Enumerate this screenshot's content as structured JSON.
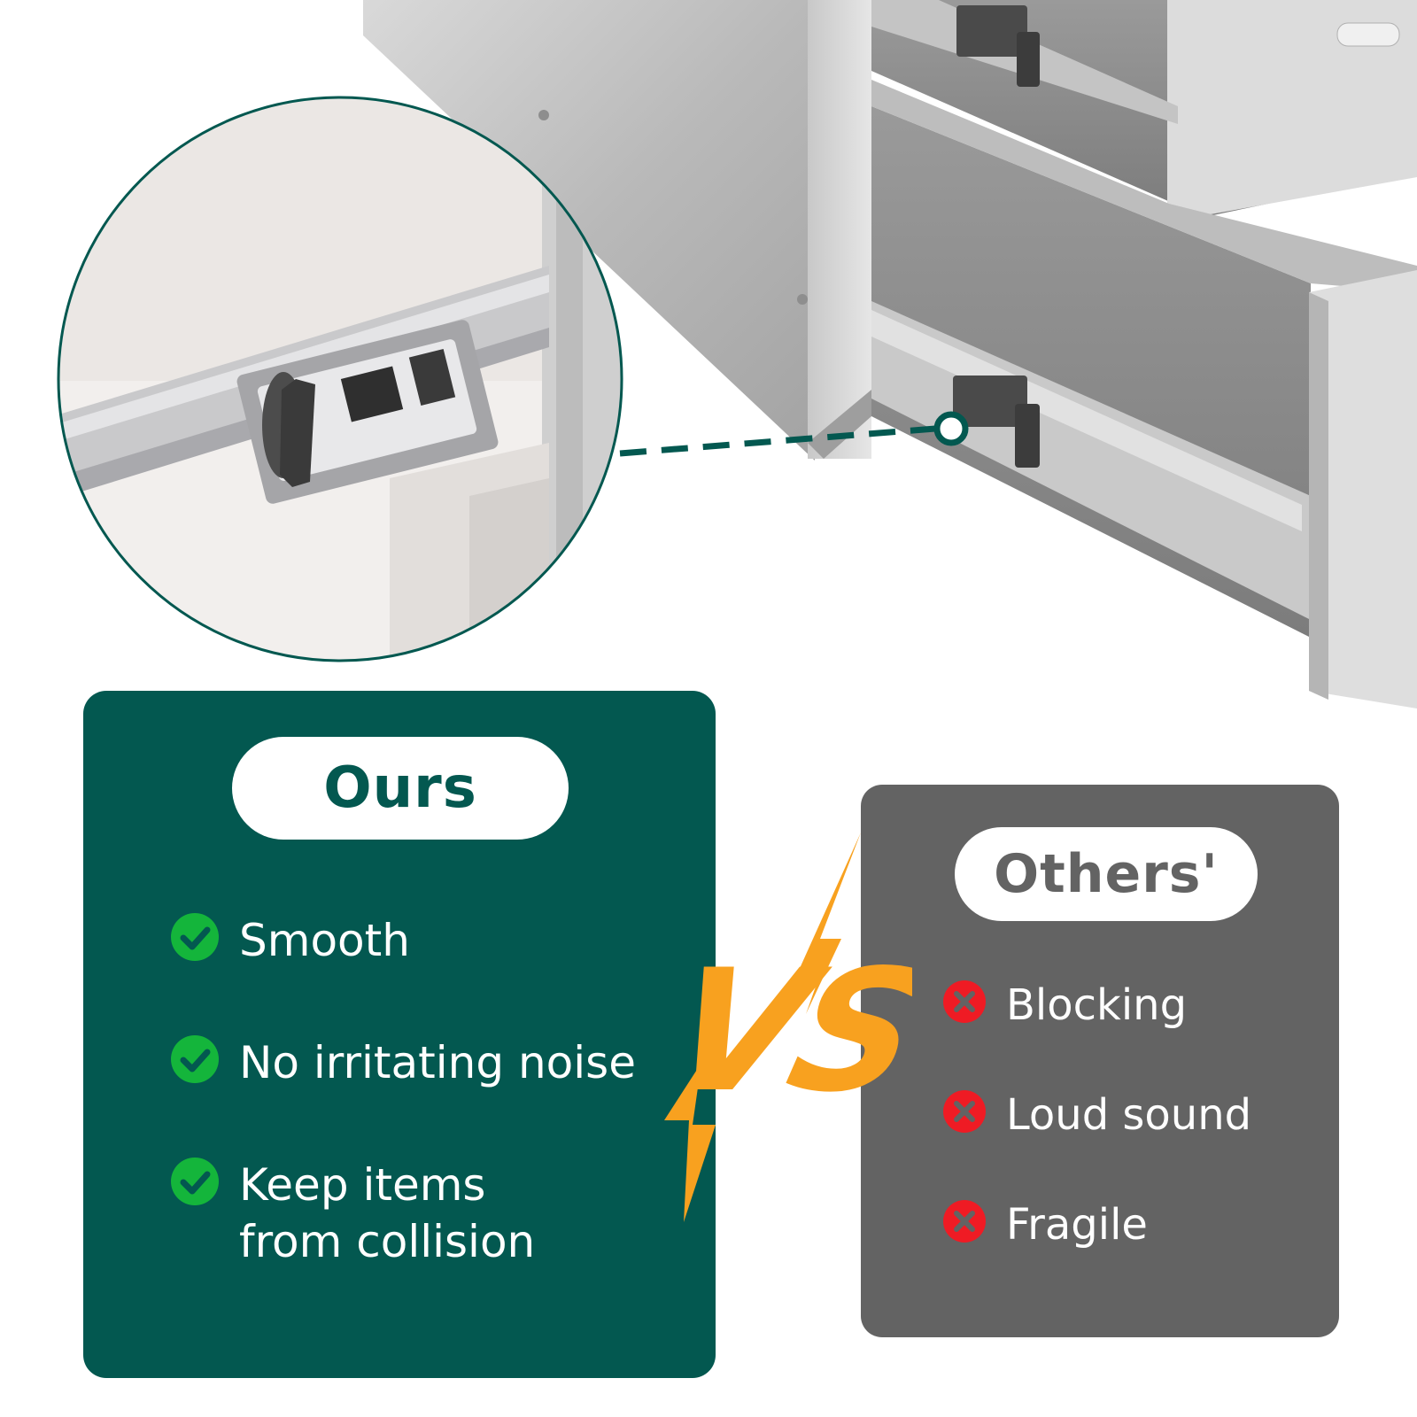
{
  "colors": {
    "ours_bg": "#035850",
    "others_bg": "#636363",
    "check": "#14b53b",
    "cross": "#ef1b24",
    "vs": "#f8a11f",
    "connector": "#035850"
  },
  "ours": {
    "title": "Ours",
    "items": [
      "Smooth",
      "No irritating noise",
      "Keep items from collision"
    ]
  },
  "others": {
    "title": "Others'",
    "items": [
      "Blocking",
      "Loud sound",
      "Fragile"
    ]
  },
  "vs_label": "VS",
  "icons": {
    "ours_item": "check-circle-icon",
    "others_item": "x-circle-icon"
  }
}
